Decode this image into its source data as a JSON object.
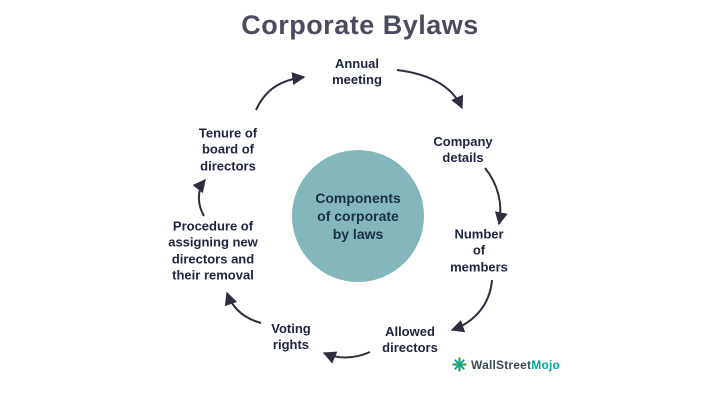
{
  "title": "Corporate Bylaws",
  "center": {
    "label": "Components\nof corporate\nby laws"
  },
  "nodes": {
    "annual_meeting": "Annual\nmeeting",
    "company_details": "Company\ndetails",
    "number_of_members": "Number\nof\nmembers",
    "allowed_directors": "Allowed\ndirectors",
    "voting_rights": "Voting\nrights",
    "procedure": "Procedure of\nassigning new\ndirectors and\ntheir removal",
    "tenure": "Tenure of\nboard of\ndirectors"
  },
  "logo": {
    "part1": "WallStreet",
    "part2": "Mojo"
  },
  "colors": {
    "title": "#4c4c60",
    "node_text": "#20263f",
    "center_circle": "#84b7ba",
    "center_text": "#1d2d44",
    "arrow": "#2e2e3e",
    "logo_dark": "#3b4a52",
    "logo_accent": "#00a79d",
    "logo_green": "#43a047"
  }
}
